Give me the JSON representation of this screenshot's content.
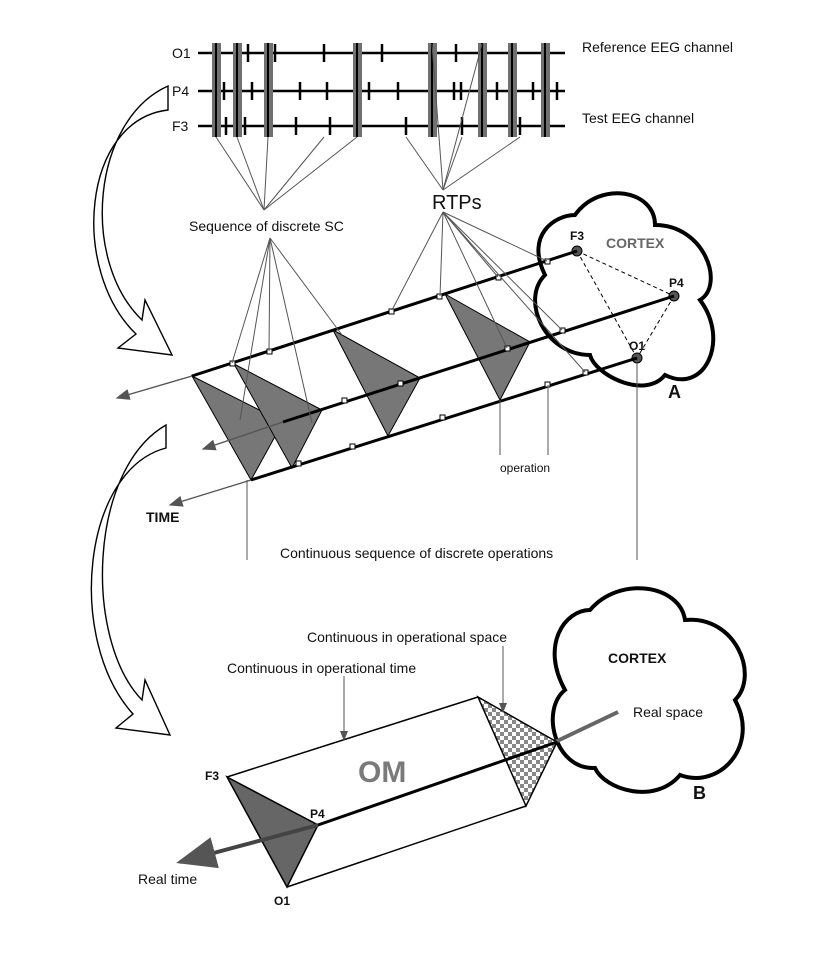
{
  "channels": {
    "o1": "O1",
    "p4": "P4",
    "f3": "F3"
  },
  "channel_captions": {
    "reference": "Reference EEG channel",
    "test": "Test EEG channel"
  },
  "labels": {
    "sc": "Sequence of discrete SC",
    "rtps": "RTPs",
    "cortex": "CORTEX",
    "panel_a": "A",
    "panel_b": "B",
    "time": "TIME",
    "operation": "operation",
    "continuous_sequence": "Continuous sequence of discrete operations",
    "cont_space": "Continuous in operational space",
    "cont_time": "Continuous in operational time",
    "om": "OM",
    "real_space": "Real space",
    "real_time": "Real time"
  },
  "colors": {
    "triangle_fill": "#777777",
    "dark_fill": "#555555",
    "om_text": "#7a7a7a",
    "grey_fill": "#666666"
  }
}
